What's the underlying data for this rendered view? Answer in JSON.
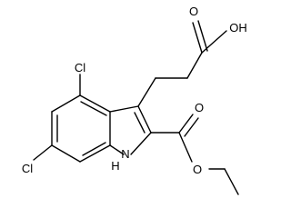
{
  "structure": {
    "atom_labels": {
      "cl_top": "Cl",
      "cl_left": "Cl",
      "nh": "H",
      "nh_n": "N",
      "oh": "OH",
      "acid_carbonyl_o": "O",
      "ester_carbonyl_o": "O",
      "ester_o": "O"
    }
  }
}
